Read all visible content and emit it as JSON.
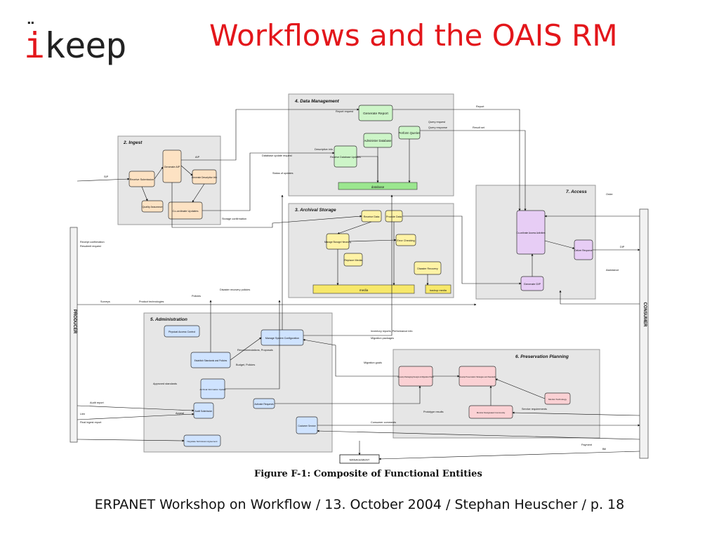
{
  "logo": {
    "dots": "¨",
    "accent_letter": "i",
    "rest": "keep",
    "name": "ikeep logo"
  },
  "title": "Workflows and the OAIS RM",
  "colors": {
    "title": "#e3161b",
    "ingest": "#fde2c3",
    "data_management": "#cdf5c8",
    "archival_storage": "#fff3a6",
    "access": "#e7cdf5",
    "administration": "#cfe3ff",
    "preservation_planning": "#fbd1d4",
    "panel": "#e6e6e6"
  },
  "figure": {
    "caption": "Figure F-1:  Composite of Functional Entities",
    "producer_label": "PRODUCER",
    "consumer_label": "CONSUMER",
    "management_label": "MANAGEMENT",
    "subsystems": [
      {
        "key": "ingest",
        "label": "2. Ingest",
        "functions": [
          "Receive Submission",
          "Quality Assurance",
          "Generate AIP",
          "Generate Descriptive Info",
          "Co-ordinate Updates"
        ]
      },
      {
        "key": "data_management",
        "label": "4. Data Management",
        "functions": [
          "Generate Report",
          "Administer Database",
          "Perform Queries",
          "Receive Database Updates",
          "database"
        ]
      },
      {
        "key": "archival_storage",
        "label": "3. Archival Storage",
        "functions": [
          "Receive Data",
          "Provide Data",
          "Manage Storage Hierarchy",
          "Error Checking",
          "Replace Media",
          "Disaster Recovery",
          "media",
          "backup media"
        ]
      },
      {
        "key": "access",
        "label": "7. Access",
        "functions": [
          "Co-ordinate Access Activities",
          "Deliver Response",
          "Generate DIP"
        ]
      },
      {
        "key": "administration",
        "label": "5. Administration",
        "functions": [
          "Physical Access Control",
          "Manage System Configuration",
          "Establish Standards and Policies",
          "Archival Information Update",
          "Activate Requests",
          "Audit Submission",
          "Customer Service",
          "Negotiate Submission Agreement"
        ]
      },
      {
        "key": "preservation_planning",
        "label": "6. Preservation Planning",
        "functions": [
          "Develop Packaging Designs & Migration Plans",
          "Develop Preservation Strategies and Standards",
          "Monitor Technology",
          "Monitor Designated Community"
        ]
      }
    ],
    "flow_labels": [
      "SIP",
      "AIP",
      "DIP",
      "Report",
      "Report request",
      "Query request",
      "Query response",
      "Descriptive info",
      "Result set",
      "Order",
      "Assistance",
      "Policies",
      "Surveys",
      "Bill",
      "Payment",
      "Product technologies",
      "Receipt confirmation",
      "Resubmit request",
      "Final ingest report",
      "Migration goals",
      "Inventory reports, Performance info",
      "Storage confirmation",
      "Database update request",
      "Status of updates",
      "Disaster recovery policies",
      "Audit report",
      "Lien",
      "Recommendations, Proposals",
      "Budget, Policies",
      "Appeal",
      "Approved standards",
      "Migration packages",
      "Consumer comments",
      "Prototype results",
      "Service requirements"
    ]
  },
  "footer": "ERPANET Workshop on Workflow / 13. October 2004 / Stephan Heuscher / p. 18"
}
